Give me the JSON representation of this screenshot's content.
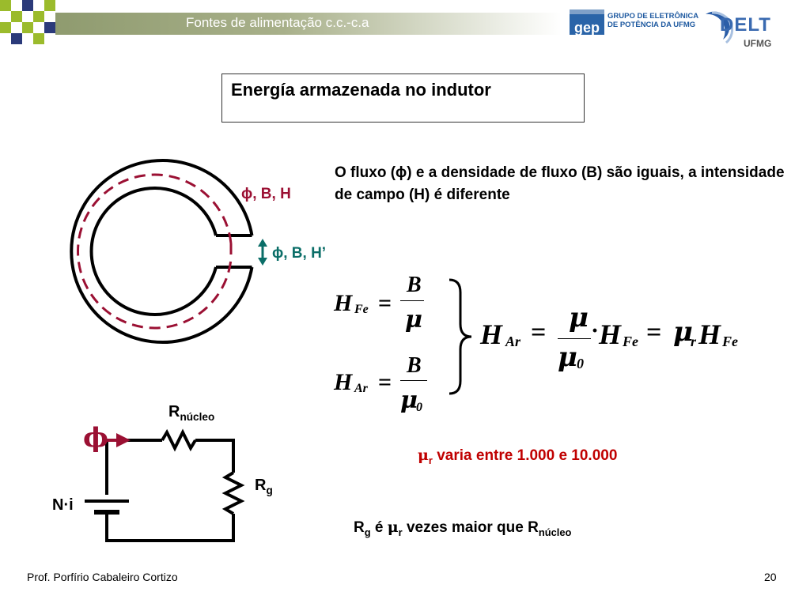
{
  "header": {
    "title": "Fontes de alimentação c.c.-c.a",
    "logo_gep": "gep",
    "logo_gep_line1": "GRUPO DE ELETRÔNICA",
    "logo_gep_line2": "DE POTÊNCIA DA UFMG",
    "logo_delt": "DELT",
    "logo_ufmg": "UFMG"
  },
  "slide": {
    "title": "Energía armazenada no indutor",
    "paragraph": "O fluxo (ϕ) e a densidade de fluxo (B) são iguais, a intensidade de campo (H) é diferente",
    "label_core": "ϕ, B, H",
    "label_gap": "ϕ, B, H’",
    "equation_hfe_lhs": "H",
    "equation_hfe_sub": "Fe",
    "equation_hfe_num": "B",
    "equation_hfe_den": "μ",
    "equation_har_lhs": "H",
    "equation_har_sub": "Ar",
    "equation_har_num": "B",
    "equation_har_den": "μ",
    "equation_har_den_sub": "0",
    "result_mu": "μ",
    "result_mu0_sub": "0",
    "result_mur_sub": "r",
    "note_mur_symbol": "μ",
    "note_mur_sub": "r",
    "note_mur_text": " varia entre 1.000 e 10.000",
    "note_rg_prefix": "R",
    "note_rg_sub": "g",
    "note_rg_mid": " é ",
    "note_rg_mu": "μ",
    "note_rg_mu_sub": "r",
    "note_rg_mid2": " vezes maior que R",
    "note_rg_sub2": "núcleo"
  },
  "circuit": {
    "phi": "ϕ",
    "r_core": "R",
    "r_core_sub": "núcleo",
    "r_gap": "R",
    "r_gap_sub": "g",
    "source": "N·i"
  },
  "footer": {
    "author": "Prof. Porfírio Cabaleiro Cortizo",
    "page": "20"
  },
  "colors": {
    "header_bar": "#a8b08a",
    "accent_green": "#9bbb2c",
    "accent_navy": "#2b3a7a",
    "flux_red": "#9b1033",
    "gap_teal": "#0b6e68",
    "note_red": "#c00000"
  }
}
